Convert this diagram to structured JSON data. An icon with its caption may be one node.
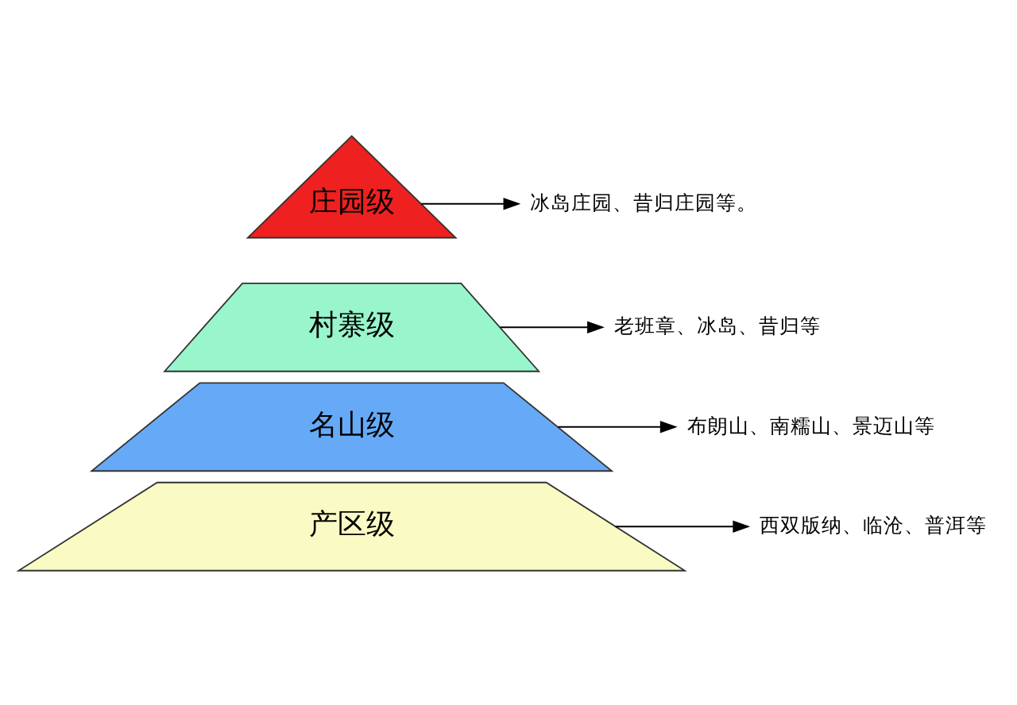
{
  "diagram": {
    "nodes": [
      {
        "text": [
          "庄园级"
        ]
      },
      {
        "text": [
          "冰岛庄园、昔归庄园等。"
        ]
      },
      {
        "text": [
          "村寨级"
        ]
      },
      {
        "text": [
          "老班章、冰岛、昔归等"
        ]
      },
      {
        "text": [
          "名山级"
        ]
      },
      {
        "text": [
          "布朗山、南糯山、景迈山等"
        ]
      },
      {
        "text": [
          "产区级"
        ]
      },
      {
        "text": [
          "西双版纳、临沧、普洱等"
        ]
      }
    ],
    "edges": [
      {
        "from": 0,
        "to": 1,
        "arrow": "to"
      },
      {
        "from": 2,
        "to": 3,
        "arrow": "to"
      },
      {
        "from": 4,
        "to": 5,
        "arrow": "to"
      },
      {
        "from": 6,
        "to": 7,
        "arrow": "to"
      }
    ]
  }
}
